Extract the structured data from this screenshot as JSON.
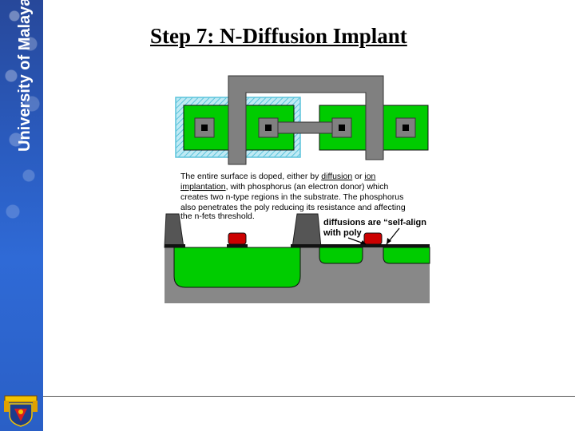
{
  "slide": {
    "title": "Step 7: N-Diffusion Implant"
  },
  "sidebar": {
    "brand_text": "University of Malaya",
    "logo_icon": "university-crest-icon"
  },
  "diagram": {
    "description": {
      "line1_a": "The entire surface is doped, either by ",
      "line1_link1": "diffusion",
      "line1_b": " or ",
      "line1_link2": "ion",
      "line2_link": "implantation",
      "line2_b": ", with phosphorus (an electron donor) which",
      "line3": "creates two n-type regions in the substrate.  The phosphorus",
      "line4": "also penetrates the poly reducing its resistance and affecting",
      "line5": "the n-fets threshold."
    },
    "callout": {
      "line1": "diffusions are “self-align",
      "line2": "with poly"
    },
    "colors": {
      "diffusion": "#00cc00",
      "poly": "#808080",
      "contact": "#000000",
      "well_hatch": "#6fd3e8",
      "gate_cap": "#cc0000",
      "substrate": "#888888",
      "field_oxide": "#555555"
    }
  }
}
